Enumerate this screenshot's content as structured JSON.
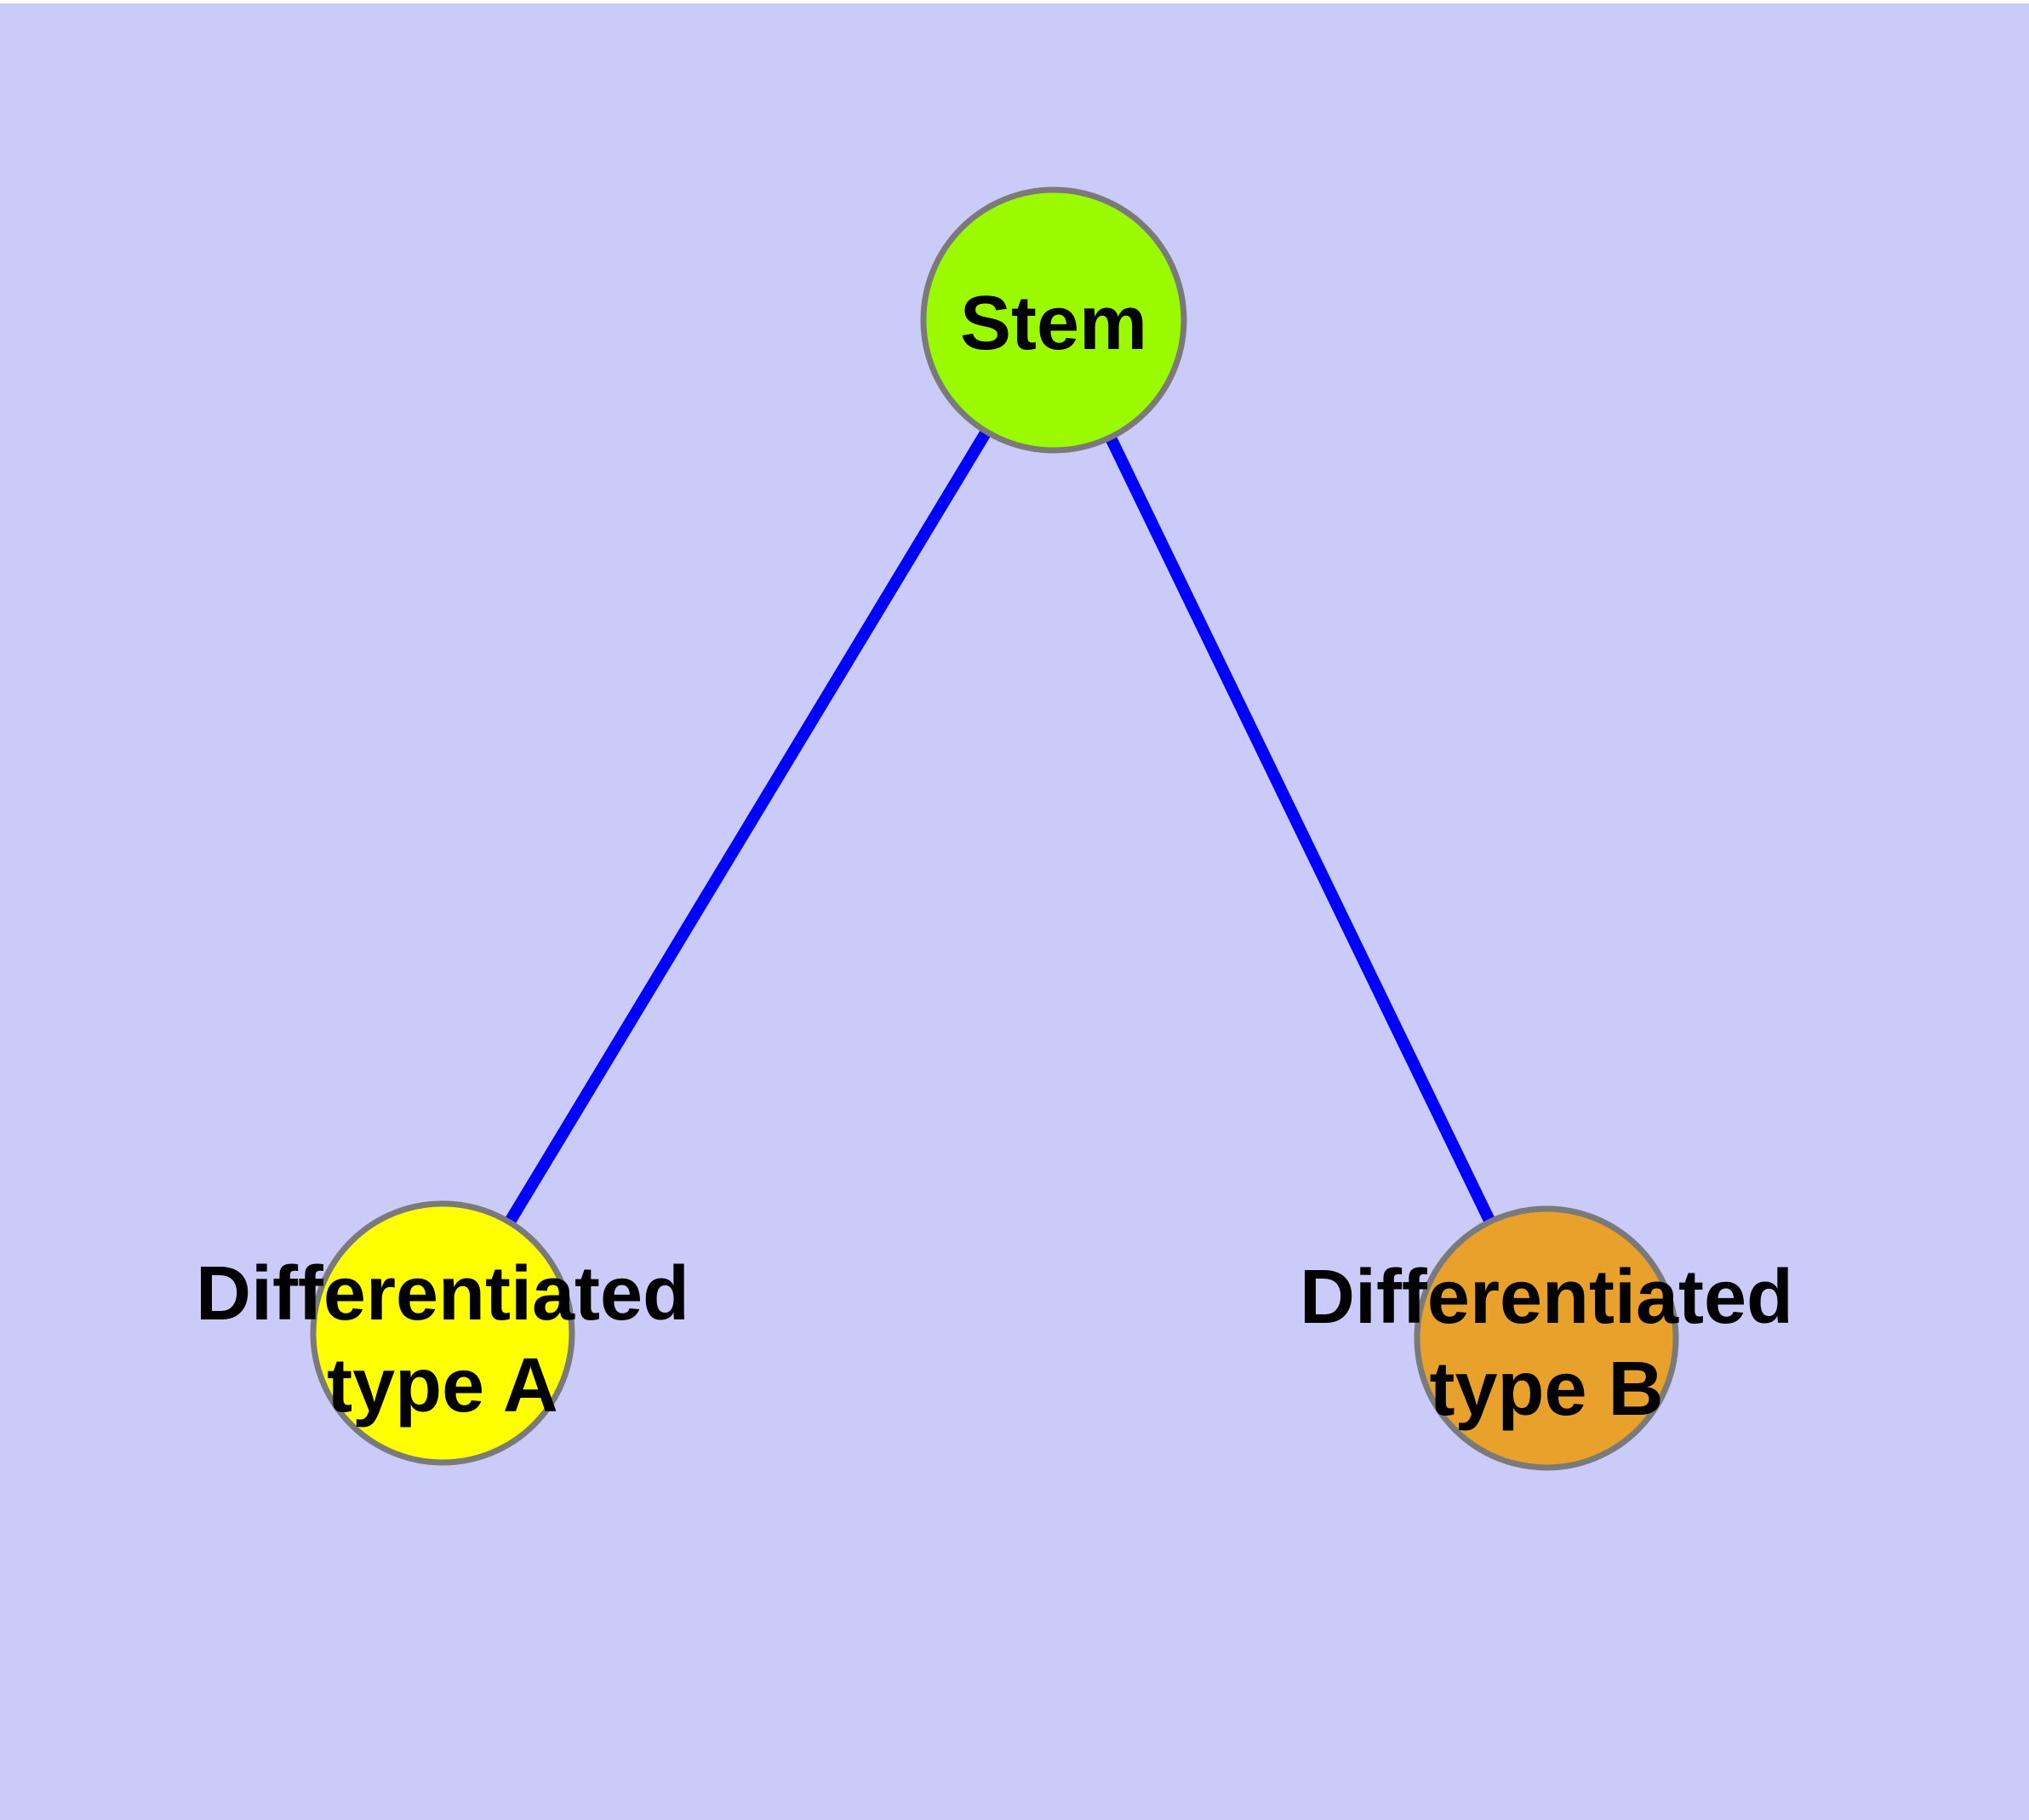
{
  "diagram": {
    "type": "graph",
    "description": "Cell differentiation tree: a stem cell node linked to two differentiated cell type nodes",
    "colors": {
      "background": "#CACBF9",
      "top_strip": "#FFFFFF",
      "edge": "#0000FF",
      "node_border": "#7A7A7A",
      "label_text": "#000000"
    },
    "nodes": [
      {
        "id": "stem",
        "label": "Stem",
        "label_lines": [
          "Stem"
        ],
        "color": "#9BFA00"
      },
      {
        "id": "differentiated-type-a",
        "label": "Differentiated type A",
        "label_lines": [
          "Differentiated",
          "type A"
        ],
        "color": "#FFFF00"
      },
      {
        "id": "differentiated-type-b",
        "label": "Differentiated type B",
        "label_lines": [
          "Differentiated",
          "type B"
        ],
        "color": "#E8A22B"
      }
    ],
    "edges": [
      {
        "from": "Stem",
        "to": "Differentiated type A"
      },
      {
        "from": "Stem",
        "to": "Differentiated type B"
      }
    ]
  }
}
